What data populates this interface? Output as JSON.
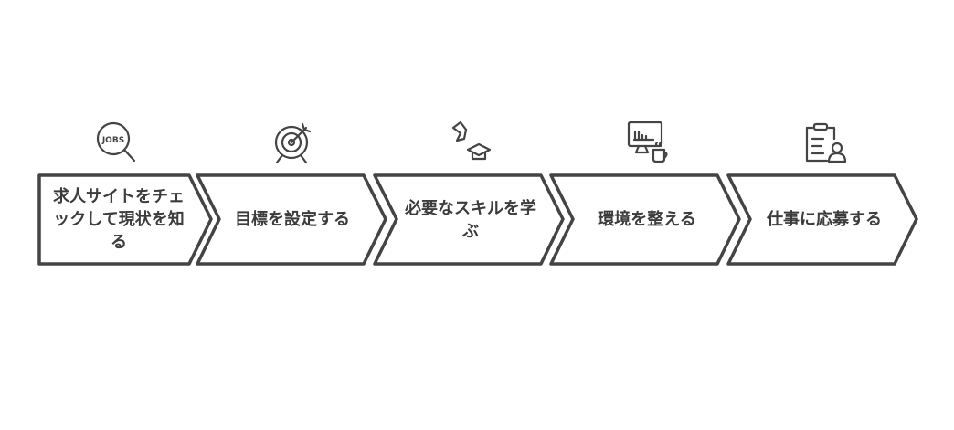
{
  "steps": [
    {
      "label": "求人サイトをチェックして現状を知る",
      "icon": "jobs-search-icon",
      "icon_text": "JOBS"
    },
    {
      "label": "目標を設定する",
      "icon": "target-icon"
    },
    {
      "label": "必要なスキルを学ぶ",
      "icon": "graduation-cap-icon"
    },
    {
      "label": "環境を整える",
      "icon": "monitor-coffee-icon"
    },
    {
      "label": "仕事に応募する",
      "icon": "clipboard-person-icon"
    }
  ],
  "colors": {
    "stroke": "#444444",
    "text": "#3c3c3c"
  }
}
